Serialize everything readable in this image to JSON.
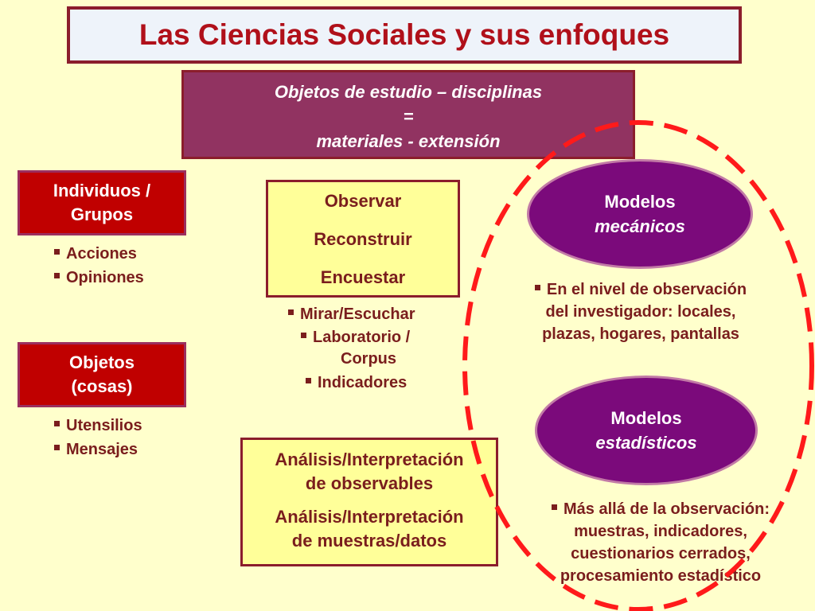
{
  "title": "Las Ciencias Sociales y sus enfoques",
  "header": {
    "line1": "Objetos de estudio – disciplinas",
    "line2": "=",
    "line3": "materiales - extensión"
  },
  "individuos": {
    "label_line1": "Individuos /",
    "label_line2": "Grupos",
    "bullets": [
      "Acciones",
      "Opiniones"
    ]
  },
  "objetos": {
    "label_line1": "Objetos",
    "label_line2": "(cosas)",
    "bullets": [
      "Utensilios",
      "Mensajes"
    ]
  },
  "methods": {
    "items": [
      "Observar",
      "Reconstruir",
      "Encuestar"
    ],
    "bullet1": "Mirar/Escuchar",
    "bullet2_line1": "Laboratorio /",
    "bullet2_line2": "Corpus",
    "bullet3": "Indicadores"
  },
  "analysis": {
    "line1": "Análisis/Interpretación",
    "line2": "de observables",
    "line3": "Análisis/Interpretación",
    "line4": "de muestras/datos"
  },
  "mecanicos": {
    "line1": "Modelos",
    "line2": "mecánicos",
    "desc_line1": "En el nivel de observación",
    "desc_line2": "del investigador: locales,",
    "desc_line3": "plazas, hogares, pantallas"
  },
  "estadisticos": {
    "line1": "Modelos",
    "line2": "estadísticos",
    "desc_line1": "Más allá de la observación:",
    "desc_line2": "muestras, indicadores,",
    "desc_line3": "cuestionarios cerrados,",
    "desc_line4": "procesamiento estadístico"
  },
  "colors": {
    "background": "#ffffcc",
    "title_text": "#b0101a",
    "header_fill": "#913361",
    "red_box": "#c00000",
    "yellow_box": "#ffff99",
    "oval_fill": "#7b0a7b",
    "dashed_ellipse": "#ff1a1a",
    "text_dark": "#7a1d1d"
  }
}
